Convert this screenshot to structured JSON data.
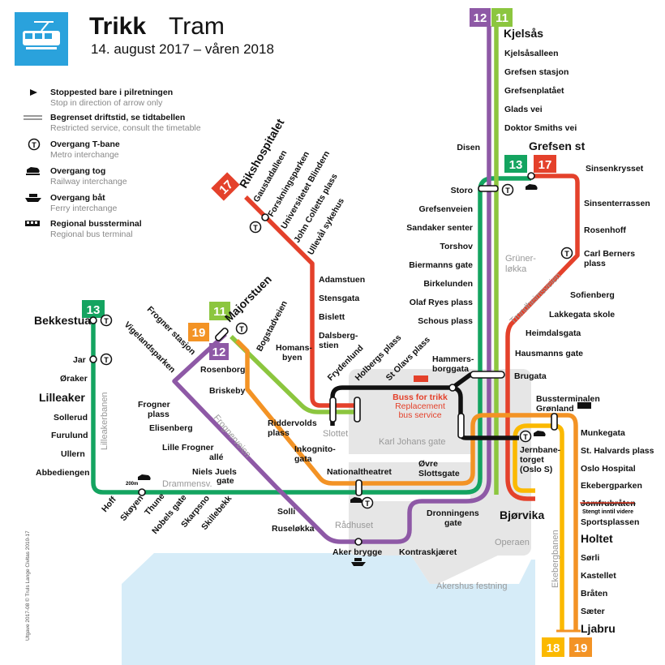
{
  "header": {
    "title_bold": "Trikk",
    "title": "Tram",
    "subtitle": "14. august 2017 – våren 2018",
    "logo_icon": "tram-icon"
  },
  "colors": {
    "line11": "#8cc63f",
    "line12": "#8e59a6",
    "line13": "#14a460",
    "line17": "#e4412b",
    "line18": "#fbb900",
    "line19": "#f39325",
    "water": "#d6ecf8",
    "city": "#e6e6e6",
    "logo": "#2aa2dc"
  },
  "legend": [
    {
      "icon": "arrow-icon",
      "no": "Stoppested bare i pilretningen",
      "en": "Stop in direction of arrow only"
    },
    {
      "icon": "restricted-service-icon",
      "no": "Begrenset driftstid, se tidtabellen",
      "en": "Restricted service, consult the timetable"
    },
    {
      "icon": "metro-icon",
      "no": "Overgang T-bane",
      "en": "Metro interchange"
    },
    {
      "icon": "train-icon",
      "no": "Overgang tog",
      "en": "Railway interchange"
    },
    {
      "icon": "ferry-icon",
      "no": "Overgang båt",
      "en": "Ferry interchange"
    },
    {
      "icon": "bus-icon",
      "no": "Regional bussterminal",
      "en": "Regional bus terminal"
    }
  ],
  "badges": {
    "l11": "11",
    "l12": "12",
    "l13": "13",
    "l17": "17",
    "l18": "18",
    "l19": "19",
    "metro": "T"
  },
  "line11_north": [
    "Kjelsås",
    "Kjelsåsalleen",
    "Grefsen stasjon",
    "Grefsenplatået",
    "Glads vei",
    "Doktor Smiths vei"
  ],
  "line12_north": [
    "Disen"
  ],
  "line13_east": [
    "Storo",
    "Grefsenveien",
    "Sandaker senter",
    "Torshov",
    "Biermanns gate",
    "Birkelunden",
    "Olaf Ryes plass",
    "Schous plass"
  ],
  "line17_east": [
    "Grefsen st",
    "Sinsenkrysset",
    "Sinsenterrassen",
    "Rosenhoff",
    "Carl Berners",
    "plass",
    "Sofienberg",
    "Lakkegata skole",
    "Heimdalsgata",
    "Hausmanns gate",
    "Brugata"
  ],
  "line17_north": [
    "Rikshospitalet",
    "Gaustadalleen",
    "Forskningsparken",
    "Universitetet Blindern",
    "John Colletts plass",
    "Ullevål sykehus",
    "Adamstuen",
    "Stensgata",
    "Bislett",
    "Dalsberg-",
    "stien",
    "Frydenlund",
    "Holbergs plass",
    "St Olavs plass",
    "Hammers-",
    "borggata"
  ],
  "line13_west": [
    "Bekkestua",
    "Jar",
    "Øraker",
    "Lilleaker",
    "Sollerud",
    "Furulund",
    "Ullern",
    "Abbediengen",
    "Hoff",
    "Skøyen",
    "Thune",
    "Nobels gate",
    "Skarpsno",
    "Skillebekk"
  ],
  "line12_west": [
    "Frogner stasjon",
    "Vigelandsparken",
    "Frogner",
    "plass",
    "Elisenberg",
    "Lille Frogner",
    "allé",
    "Niels Juels",
    "gate",
    "Solli",
    "Ruseløkka",
    "Aker brygge",
    "Kontraskjæret"
  ],
  "line19_west": [
    "Majorstuen",
    "Bogstadveien",
    "Homans-",
    "byen",
    "Rosenborg",
    "Briskeby",
    "Riddervolds",
    "plass",
    "Inkognito-",
    "gata"
  ],
  "centre": [
    "Nationaltheatret",
    "Øvre",
    "Slottsgate",
    "Dronningens",
    "gate",
    "Bjørvika",
    "Jernbane-",
    "torget",
    "(Oslo S)",
    "Bussterminalen",
    "Grønland"
  ],
  "south": [
    "Munkegata",
    "St. Halvards plass",
    "Oslo Hospital",
    "Ekebergparken",
    "Jomfrubråten",
    "Stengt inntil videre",
    "Sportsplassen",
    "Holtet",
    "Sørli",
    "Kastellet",
    "Bråten",
    "Sæter",
    "Ljabru"
  ],
  "bus": {
    "no": "Buss for trikk",
    "en1": "Replacement",
    "en2": "bus service"
  },
  "areas": {
    "grunerlokka1": "Grüner-",
    "grunerlokka2": "løkka",
    "trondheimsveien": "Trondheimsveien",
    "lilleakerbanen": "Lilleakerbanen",
    "drammensv": "Drammensv.",
    "frognerveien": "Frognerveien",
    "slottet": "Slottet",
    "karljohan": "Karl Johans gate",
    "radhuset": "Rådhuset",
    "operaen": "Operaen",
    "akershus": "Akershus festning",
    "ekebergbanen": "Ekebergbanen",
    "walk": "200m"
  },
  "credit": "Utgave 2017-08 © Truls Lange Civitas 2010-17"
}
